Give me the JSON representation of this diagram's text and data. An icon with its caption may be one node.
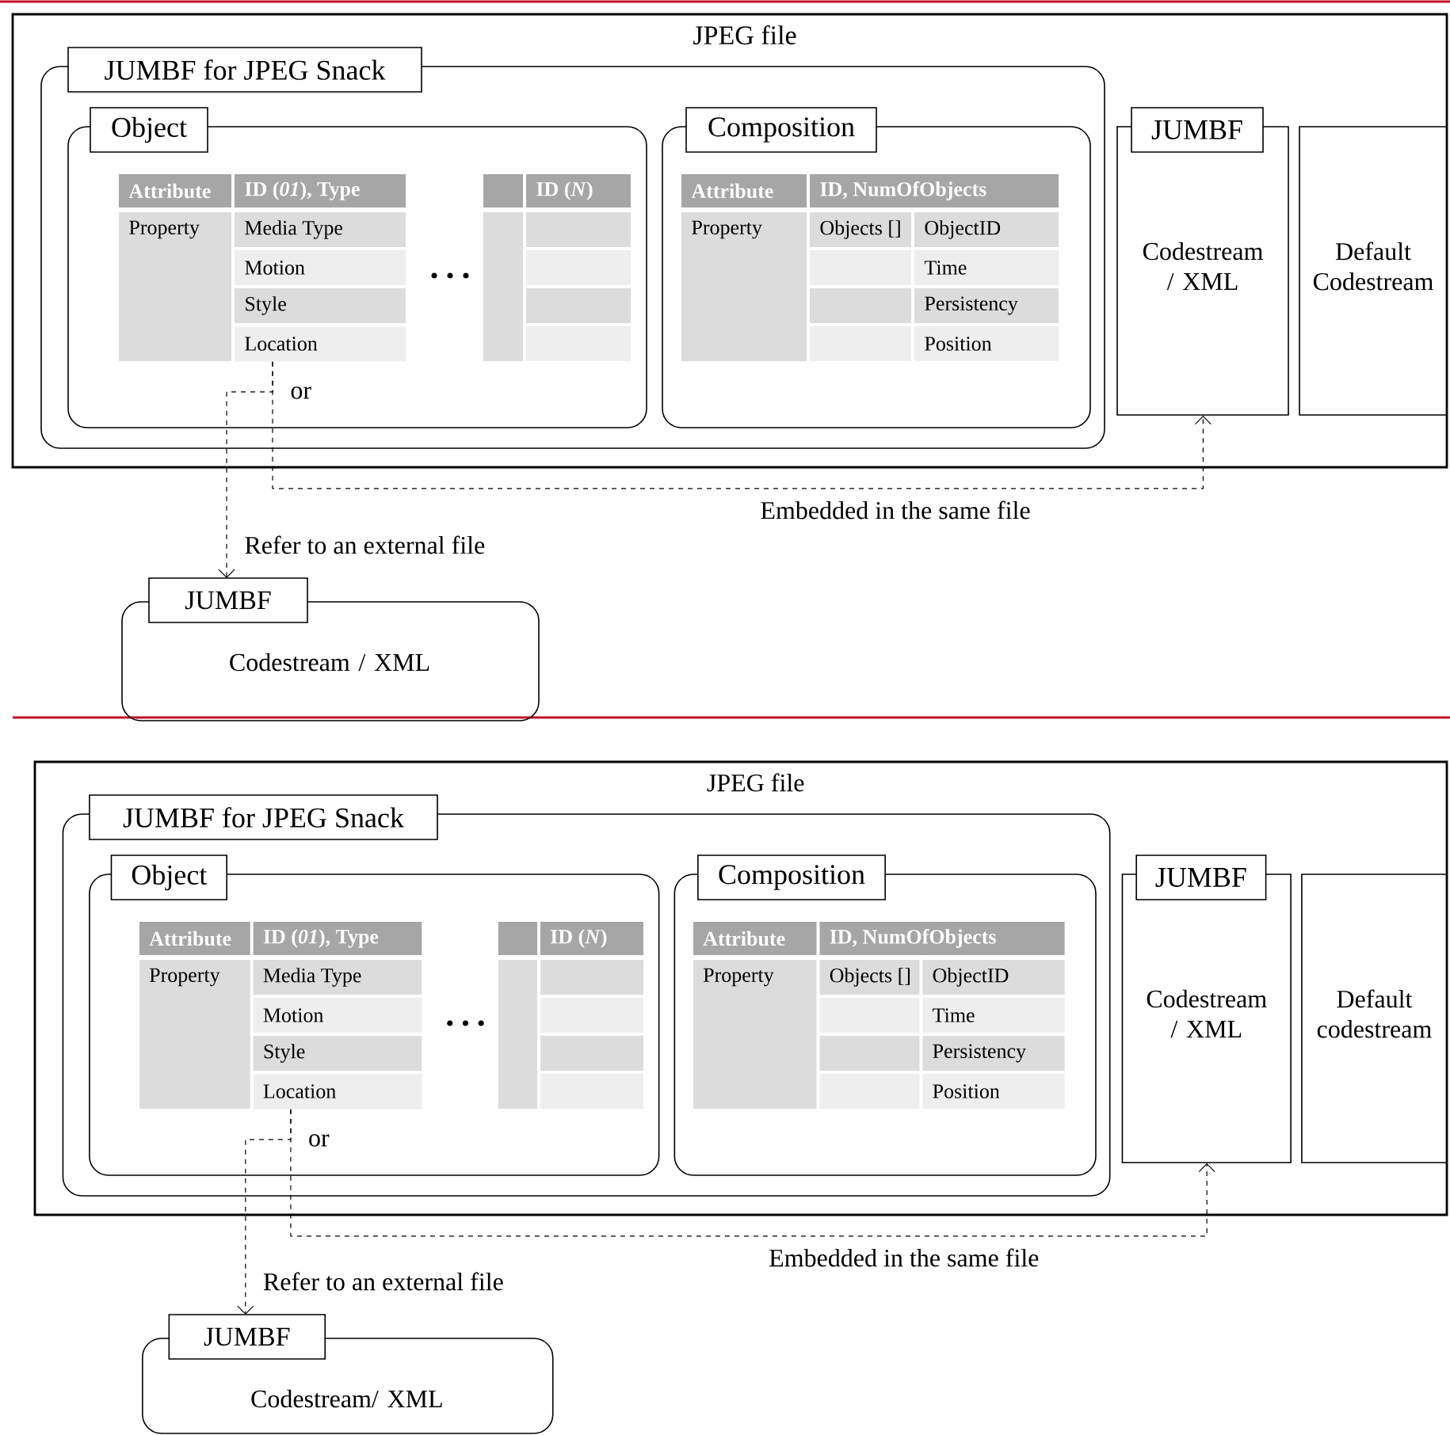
{
  "diagram": {
    "nodes": [
      {
        "text": [
          "JPEG file"
        ]
      },
      {
        "text": [
          "JUMBF for JPEG Snack"
        ],
        "in": 0
      },
      {
        "text": [
          "Object"
        ],
        "in": 1
      },
      {
        "text": [
          "Composition"
        ],
        "in": 1
      },
      {
        "text": [
          "JUMBF",
          "Codestream / XML"
        ],
        "in": 0
      },
      {
        "text": [
          "Default Codestream"
        ],
        "in": 0
      },
      {
        "text": [
          "Location"
        ],
        "in": 2
      },
      {
        "text": [
          "JUMBF",
          "Codestream / XML"
        ]
      },
      {
        "text": [
          "JPEG file"
        ]
      },
      {
        "text": [
          "JUMBF for JPEG Snack"
        ],
        "in": 8
      },
      {
        "text": [
          "Object"
        ],
        "in": 9
      },
      {
        "text": [
          "Composition"
        ],
        "in": 9
      },
      {
        "text": [
          "JUMBF",
          "Codestream / XML"
        ],
        "in": 8
      },
      {
        "text": [
          "Default codestream"
        ],
        "in": 8
      },
      {
        "text": [
          "Location"
        ],
        "in": 10
      },
      {
        "text": [
          "JUMBF",
          "Codestream/ XML"
        ]
      }
    ],
    "edges": [
      {
        "from": 6,
        "to": 4,
        "arrow": "to",
        "style": "dashed",
        "label": "Embedded in the same file"
      },
      {
        "from": 6,
        "to": 7,
        "arrow": "to",
        "style": "dashed",
        "label": "Refer to an external file"
      },
      {
        "from": 14,
        "to": 12,
        "arrow": "to",
        "style": "dashed",
        "label": "Embedded in the same file"
      },
      {
        "from": 14,
        "to": 15,
        "arrow": "to",
        "style": "dashed",
        "label": "Refer to an external file"
      }
    ],
    "labels": [
      "Attribute",
      "ID (*01*), Type",
      "Property",
      "Media Type",
      "Motion",
      "Style",
      "ID (*N*)",
      "Attribute",
      "ID, NumOfObjects",
      "Property",
      "Objects []",
      "ObjectID",
      "Time",
      "Persistency",
      "Position",
      "or",
      "Attribute",
      "ID (*01*), Type",
      "Property",
      "Media Type",
      "Motion",
      "Style",
      "ID (*N*)",
      "Attribute",
      "ID, NumOfObjects",
      "Property",
      "Objects []",
      "ObjectID",
      "Time",
      "Persistency",
      "Position",
      "or"
    ]
  }
}
